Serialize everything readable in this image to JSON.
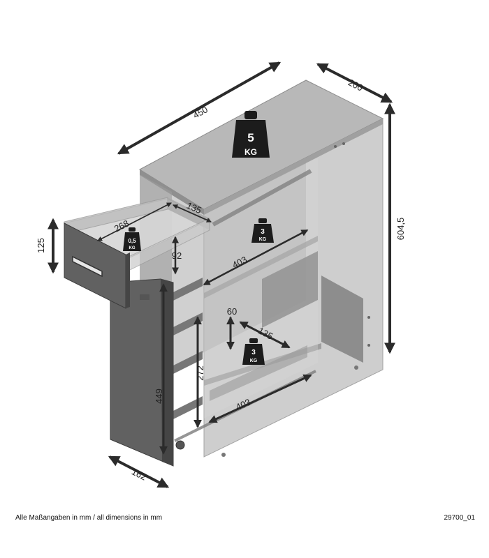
{
  "dimensions": {
    "width": "450",
    "depth": "200",
    "height": "604,5",
    "drawer_height": "125",
    "drawer_depth": "268",
    "drawer_inner_width": "135",
    "drawer_inner_height": "92",
    "shelf_width_upper": "403",
    "shelf_width_lower": "403",
    "compartment_height": "60",
    "compartment_width": "135",
    "pullout_height": "272",
    "pullout_full_height": "449",
    "pullout_depth": "162"
  },
  "loads": {
    "top": {
      "value": "5",
      "unit": "KG"
    },
    "drawer": {
      "value": "0,5",
      "unit": "KG"
    },
    "shelf_upper": {
      "value": "3",
      "unit": "KG"
    },
    "shelf_lower": {
      "value": "3",
      "unit": "KG"
    }
  },
  "footer": {
    "note": "Alle Maßangaben in mm / all dimensions in mm",
    "article_code": "29700_01"
  },
  "colors": {
    "panel_light": "#bdbdbd",
    "panel_mid": "#9a9a9a",
    "panel_dark": "#6d6d6d",
    "front_dark": "#616161",
    "arrow": "#2b2b2b",
    "weight": "#1c1c1c"
  }
}
